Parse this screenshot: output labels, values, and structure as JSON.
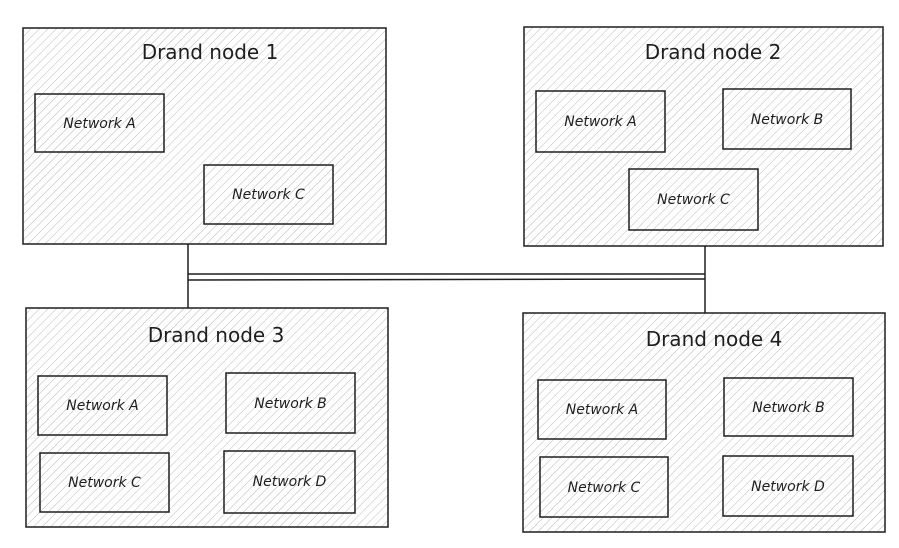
{
  "colors": {
    "stroke": "#1e1e1e",
    "hatch": "#b8b8b8",
    "background": "#ffffff"
  },
  "nodes": [
    {
      "title": "Drand node 1",
      "networks": [
        "Network A",
        "Network C"
      ]
    },
    {
      "title": "Drand node 2",
      "networks": [
        "Network A",
        "Network B",
        "Network C"
      ]
    },
    {
      "title": "Drand node 3",
      "networks": [
        "Network A",
        "Network B",
        "Network C",
        "Network D"
      ]
    },
    {
      "title": "Drand node 4",
      "networks": [
        "Network A",
        "Network B",
        "Network C",
        "Network D"
      ]
    }
  ]
}
